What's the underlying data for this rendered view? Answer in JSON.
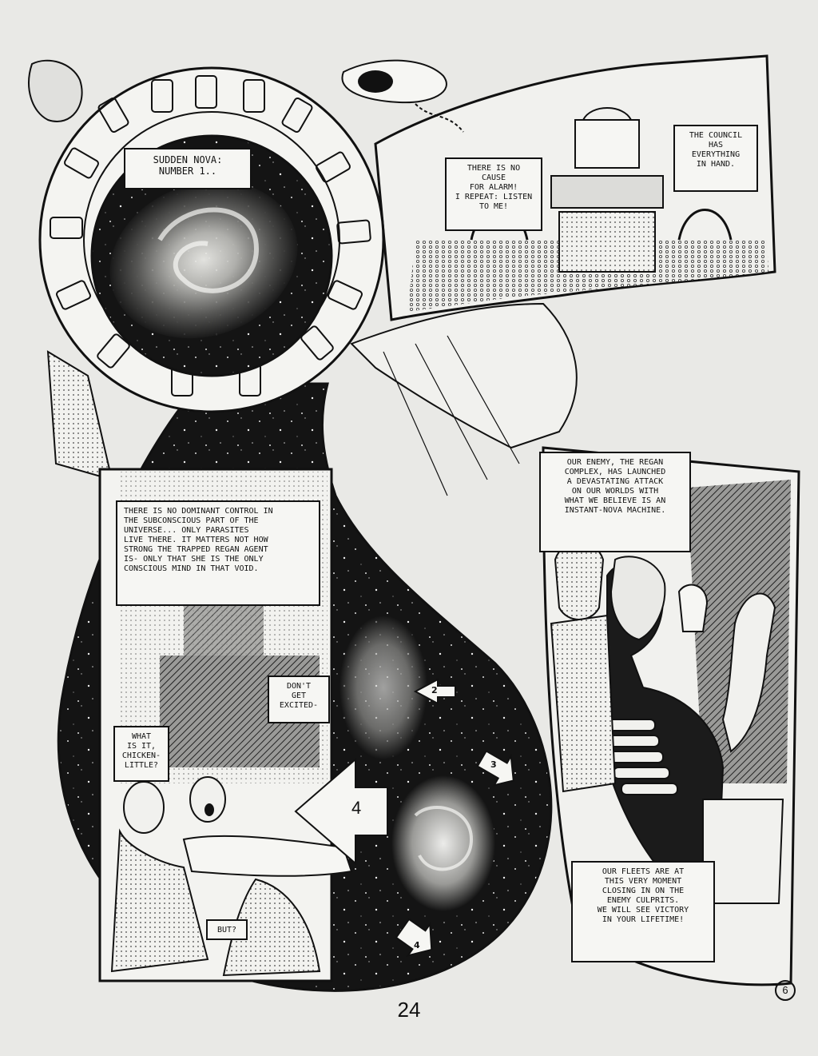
{
  "captions": {
    "nova": "SUDDEN NOVA:\nNUMBER 1..",
    "no_cause": "THERE IS NO CAUSE\nFOR ALARM!\nI REPEAT: LISTEN\nTO ME!",
    "council": "THE COUNCIL\nHAS\nEVERYTHING\nIN HAND.",
    "dominant_control": "THERE IS NO DOMINANT CONTROL IN\nTHE SUBCONSCIOUS PART OF THE\nUNIVERSE... ONLY PARASITES\nLIVE THERE. IT MATTERS NOT HOW\nSTRONG THE TRAPPED REGAN AGENT\nIS- ONLY THAT SHE IS THE ONLY\nCONSCIOUS MIND IN THAT VOID.",
    "dont_get_excited": "DON'T\nGET\nEXCITED-",
    "what_is_it": "WHAT\nIS IT,\nCHICKEN-\nLITTLE?",
    "but": "BUT?",
    "our_enemy": "OUR ENEMY, THE REGAN\nCOMPLEX, HAS LAUNCHED\nA DEVASTATING ATTACK\nON OUR WORLDS WITH\nWHAT WE BELIEVE IS AN\nINSTANT-NOVA MACHINE.",
    "our_fleets": "OUR FLEETS ARE AT\nTHIS VERY MOMENT\nCLOSING IN ON THE\nENEMY CULPRITS.\nWE WILL SEE VICTORY\nIN YOUR LIFETIME!"
  },
  "arrows": {
    "two": "2",
    "three": "3",
    "four_small": "4",
    "four_big": "4"
  },
  "footer": {
    "page_number": "24",
    "page_mark": "6"
  }
}
